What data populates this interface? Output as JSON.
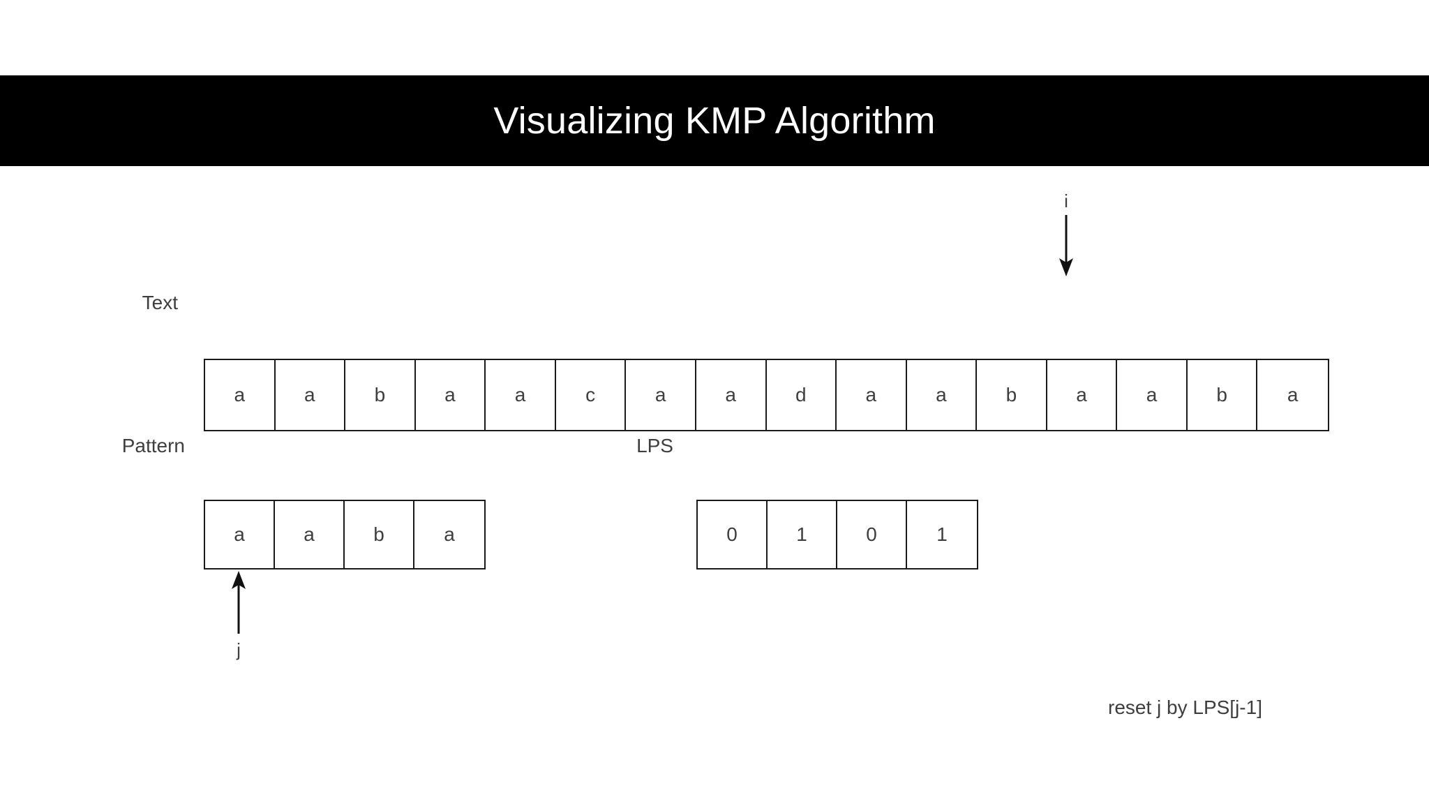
{
  "title": "Visualizing KMP Algorithm",
  "theme": {
    "banner_background": "#000000",
    "banner_text": "#ffffff",
    "page_background": "#ffffff",
    "cell_border": "#1a1a1a",
    "text_color": "#3e3e3e"
  },
  "rows": {
    "text": {
      "label": "Text",
      "cells": [
        "a",
        "a",
        "b",
        "a",
        "a",
        "c",
        "a",
        "a",
        "d",
        "a",
        "a",
        "b",
        "a",
        "a",
        "b",
        "a"
      ]
    },
    "pattern": {
      "label": "Pattern",
      "cells": [
        "a",
        "a",
        "b",
        "a"
      ]
    },
    "lps": {
      "label": "LPS",
      "cells": [
        "0",
        "1",
        "0",
        "1"
      ]
    }
  },
  "pointers": {
    "i": {
      "label": "i",
      "target_row": "text",
      "target_index": 12,
      "direction": "down"
    },
    "j": {
      "label": "j",
      "target_row": "pattern",
      "target_index": 0,
      "direction": "up"
    }
  },
  "note": "reset j by LPS[j-1]"
}
